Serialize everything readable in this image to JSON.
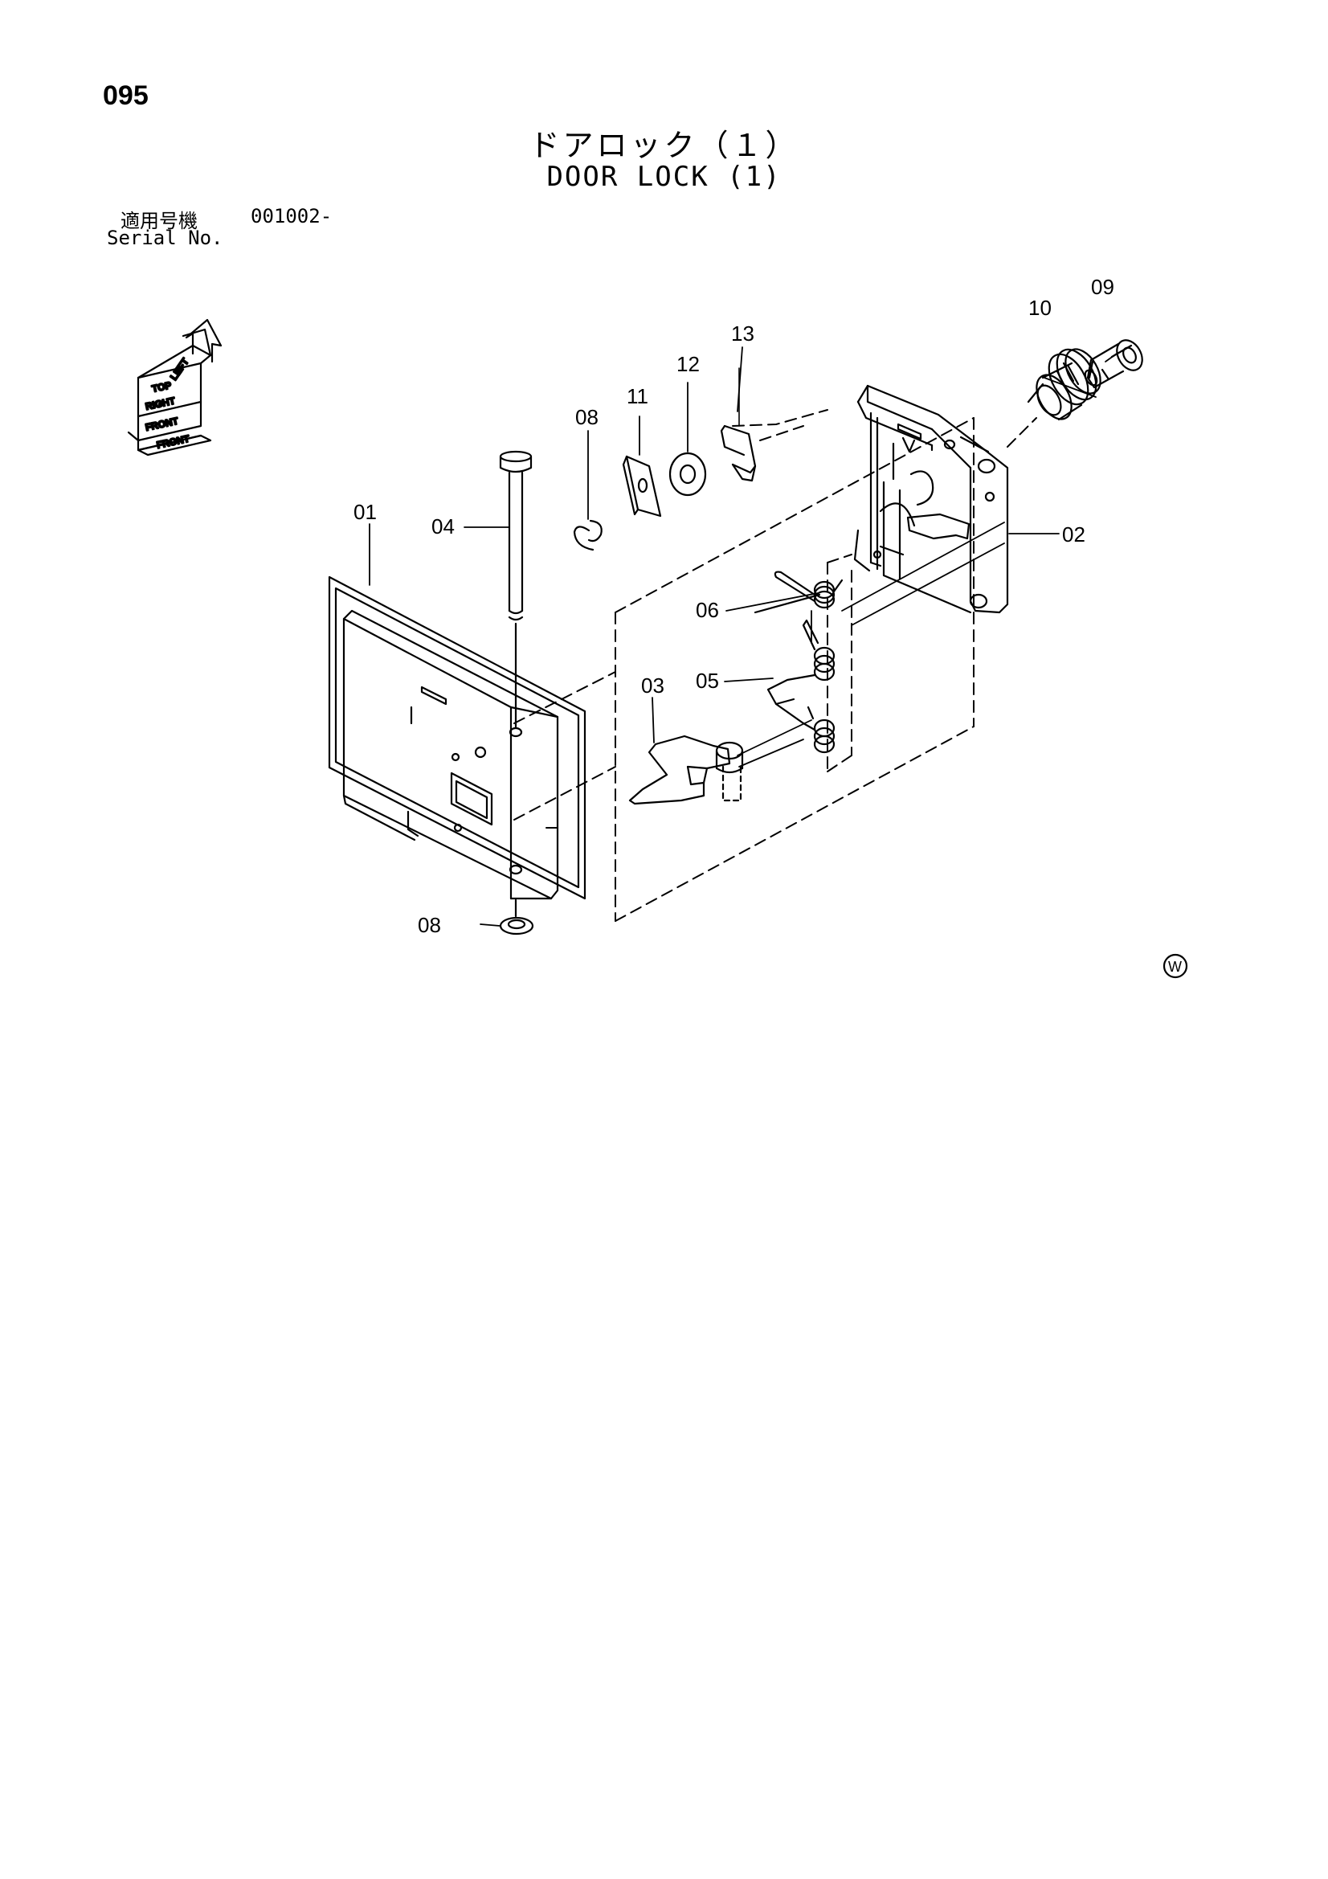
{
  "header": {
    "page_number": "095",
    "title_jp": "ドアロック（１）",
    "title_en": "DOOR LOCK (1)",
    "serial_label_jp": "適用号機",
    "serial_value": "001002-",
    "serial_label_en": "Serial No."
  },
  "orientation_indicator": {
    "labels": [
      "TOP",
      "LEFT",
      "RIGHT",
      "FRONT",
      "FRONT"
    ]
  },
  "callouts": [
    {
      "id": "01",
      "part": "01"
    },
    {
      "id": "02",
      "part": "02"
    },
    {
      "id": "03",
      "part": "03"
    },
    {
      "id": "04",
      "part": "04"
    },
    {
      "id": "05",
      "part": "05"
    },
    {
      "id": "06",
      "part": "06"
    },
    {
      "id": "08a",
      "part": "08"
    },
    {
      "id": "08b",
      "part": "08"
    },
    {
      "id": "09",
      "part": "09"
    },
    {
      "id": "10",
      "part": "10"
    },
    {
      "id": "11",
      "part": "11"
    },
    {
      "id": "12",
      "part": "12"
    },
    {
      "id": "13",
      "part": "13"
    }
  ],
  "footer_mark": "W"
}
